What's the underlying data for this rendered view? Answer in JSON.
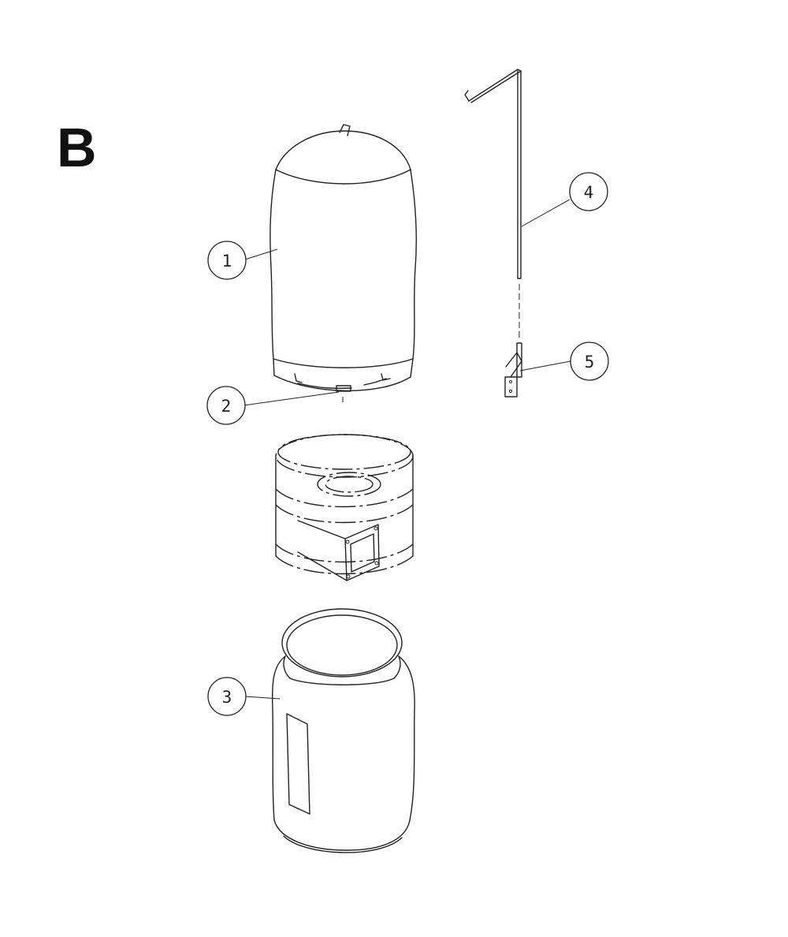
{
  "section_letter": "B",
  "callouts": [
    {
      "label": "1"
    },
    {
      "label": "2"
    },
    {
      "label": "3"
    },
    {
      "label": "4"
    },
    {
      "label": "5"
    }
  ]
}
